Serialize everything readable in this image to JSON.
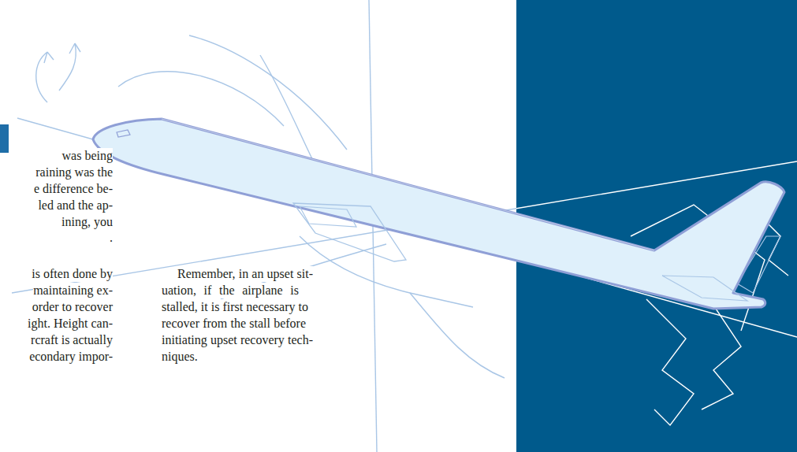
{
  "diagram": {
    "labels": [
      "was being",
      "raining was the",
      "e difference be-",
      "led and the ap-",
      "ining, you",
      ".",
      "is often done by",
      "maintaining ex-",
      "order to recover",
      "ight. Height can-",
      "rcraft is actually",
      "econdary impor-",
      "Remember, in an upset sit-",
      "uation, if the airplane is",
      "stalled, it is first necessary to",
      "recover from the stall before",
      "initiating upset recovery tech-",
      "niques."
    ]
  }
}
